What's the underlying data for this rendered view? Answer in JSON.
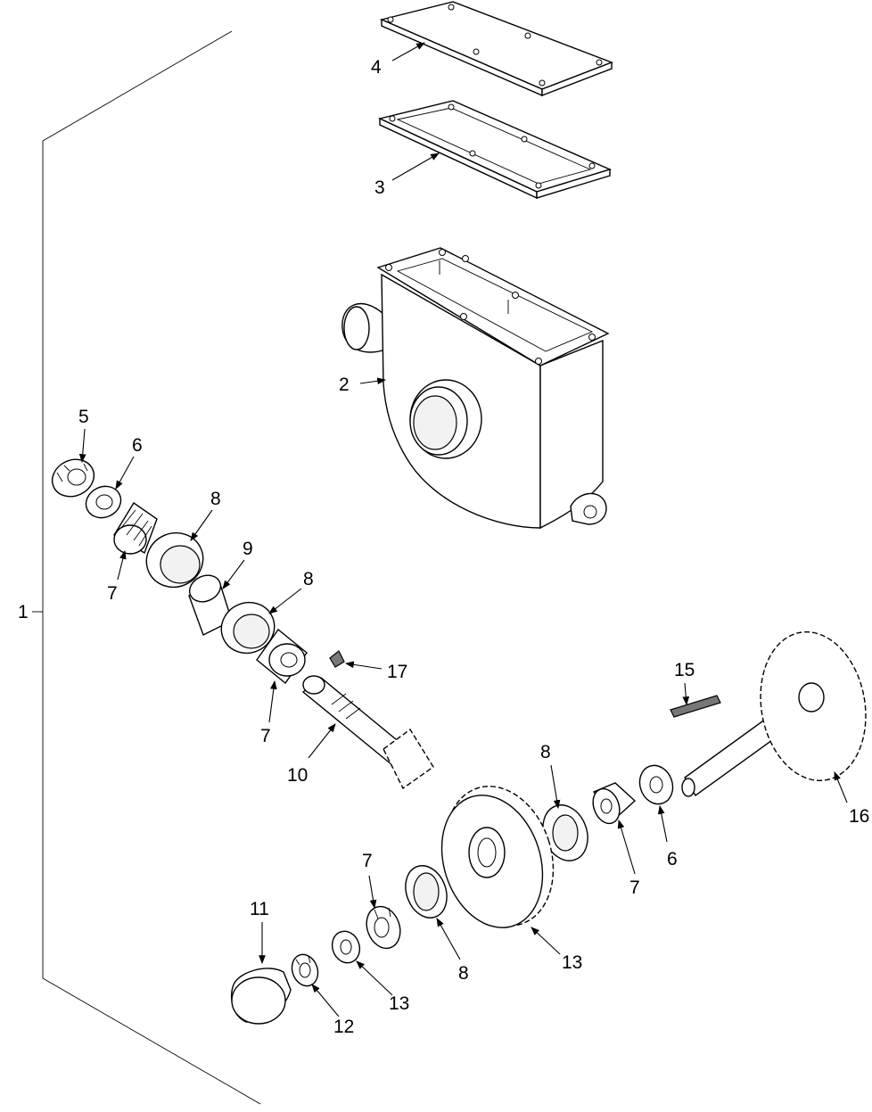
{
  "callouts": {
    "c1": "1",
    "c2": "2",
    "c3": "3",
    "c4": "4",
    "c5": "5",
    "c6a": "6",
    "c6b": "6",
    "c7a": "7",
    "c7b": "7",
    "c7c": "7",
    "c7d": "7",
    "c8a": "8",
    "c8b": "8",
    "c8c": "8",
    "c8d": "8",
    "c9": "9",
    "c10": "10",
    "c11": "11",
    "c12": "12",
    "c13a": "13",
    "c13b": "13",
    "c15": "15",
    "c16": "16",
    "c17": "17"
  }
}
